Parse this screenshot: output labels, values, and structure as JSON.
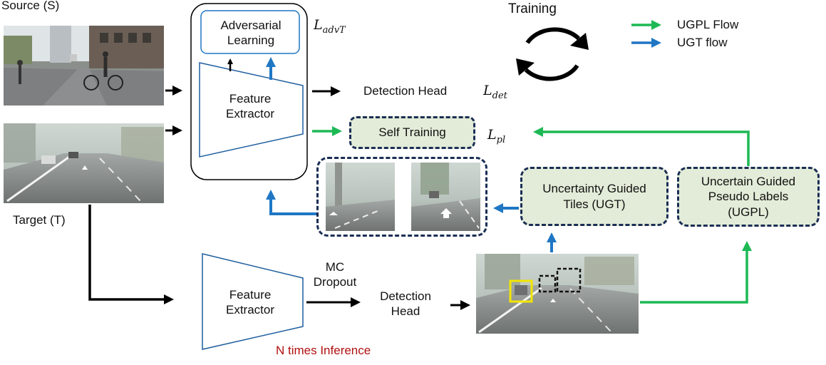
{
  "labels": {
    "source": "Source (S)",
    "target": "Target (T)",
    "adversarial": "Adversarial Learning",
    "l_adv_main": "L",
    "l_adv_sub": "advT",
    "feature_extractor_top": "Feature Extractor",
    "detection_head_top": "Detection Head",
    "l_det_main": "L",
    "l_det_sub": "det",
    "self_training": "Self Training",
    "l_pl_main": "L",
    "l_pl_sub": "pl",
    "ugt": "Uncertainty Guided Tiles (UGT)",
    "ugpl": "Uncertain Guided Pseudo Labels (UGPL)",
    "feature_extractor_bottom": "Feature Extractor",
    "mc_dropout": "MC Dropout",
    "detection_head_bottom": "Detection Head",
    "n_times": "N times Inference",
    "training": "Training"
  },
  "legend": [
    {
      "label": "UGPL Flow",
      "color": "#1db954"
    },
    {
      "label": "UGT flow",
      "color": "#1f77c4"
    }
  ],
  "colors": {
    "green_arrow": "#1db954",
    "blue_arrow": "#1f77c4",
    "dashed_border": "#1a2e55",
    "box_fill": "#e3ecd8",
    "n_times_text": "#b01010",
    "detection_yellow": "#f2e600"
  }
}
